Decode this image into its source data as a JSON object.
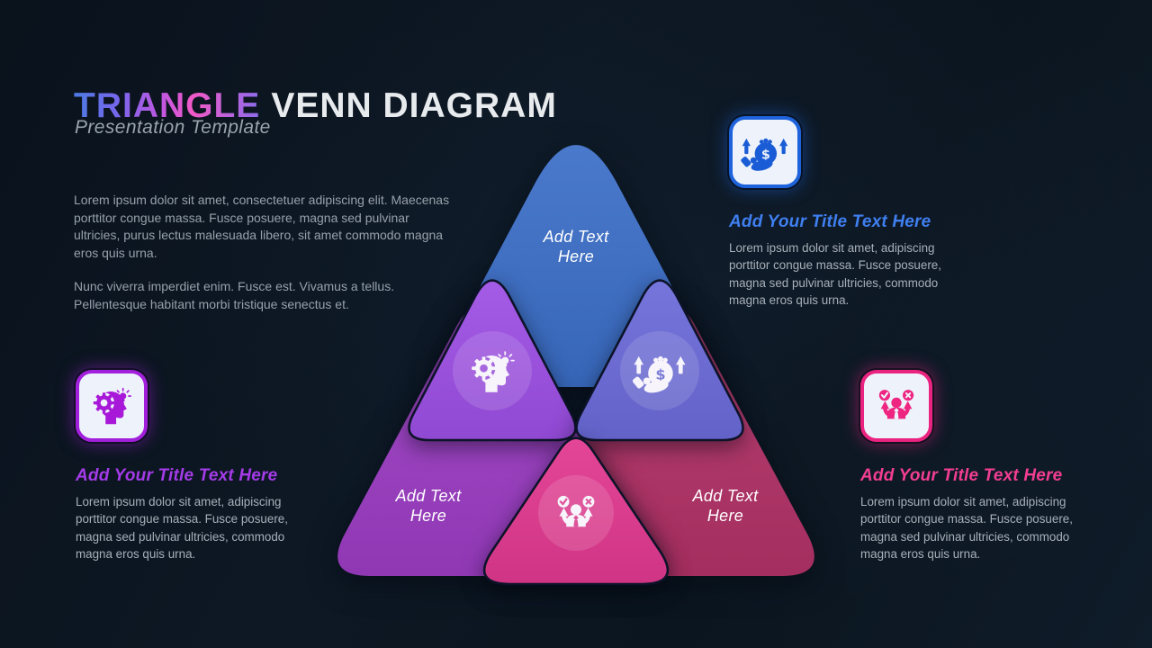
{
  "slide": {
    "title_accent": "TRIANGLE",
    "title_rest": "VENN DIAGRAM",
    "title_gradient": [
      "#4c7be4",
      "#7766ec",
      "#c457e0",
      "#f159c6",
      "#8c6cec"
    ],
    "subtitle": "Presentation Template",
    "intro_paragraph_1": "Lorem ipsum dolor sit amet, consectetuer adipiscing elit. Maecenas porttitor congue massa. Fusce posuere, magna sed pulvinar ultricies, purus lectus malesuada libero, sit amet commodo magna eros quis urna.",
    "intro_paragraph_2": "Nunc viverra imperdiet enim. Fusce est. Vivamus a tellus. Pellentesque habitant morbi tristique senectus et."
  },
  "diagram": {
    "top_label": {
      "line1": "Add Text",
      "line2": "Here"
    },
    "bottom_left_label": {
      "line1": "Add Text",
      "line2": "Here"
    },
    "bottom_right_label": {
      "line1": "Add Text",
      "line2": "Here"
    },
    "icons": {
      "mid_left": "head-gear-idea-icon",
      "mid_right": "money-growth-icon",
      "bottom_center": "decision-person-icon"
    },
    "colors": {
      "top_triangle": "#3c6fc8",
      "mid_left_triangle": "#9d4fe4",
      "mid_right_triangle": "#6b6bd9",
      "bottom_left_triangle": "#9c3dc4",
      "bottom_right_triangle": "#b23267",
      "bottom_center_triangle": "#e2388f",
      "outline": "#0d1328"
    }
  },
  "callouts": [
    {
      "id": "idea",
      "title": "Add Your Title Text Here",
      "body": "Lorem ipsum dolor sit amet, adipiscing porttitor congue massa. Fusce posuere, magna sed pulvinar ultricies, commodo magna eros quis urna.",
      "accent": "#a21fdc",
      "title_color": "#a43be8",
      "icon_color": "#a818d8",
      "icon": "head-gear-idea-icon"
    },
    {
      "id": "money",
      "title": "Add Your Title Text Here",
      "body": "Lorem ipsum dolor sit amet, adipiscing porttitor congue massa. Fusce posuere, magna sed pulvinar ultricies, commodo magna eros quis urna.",
      "accent": "#1e63dc",
      "title_color": "#3f7ff0",
      "icon_color": "#1a5cd6",
      "icon": "money-growth-icon"
    },
    {
      "id": "decision",
      "title": "Add Your Title Text Here",
      "body": "Lorem ipsum dolor sit amet, adipiscing porttitor congue massa. Fusce posuere, magna sed pulvinar ultricies, commodo magna eros quis urna.",
      "accent": "#ea2280",
      "title_color": "#f23e92",
      "icon_color": "#ee2581",
      "icon": "decision-person-icon"
    }
  ]
}
